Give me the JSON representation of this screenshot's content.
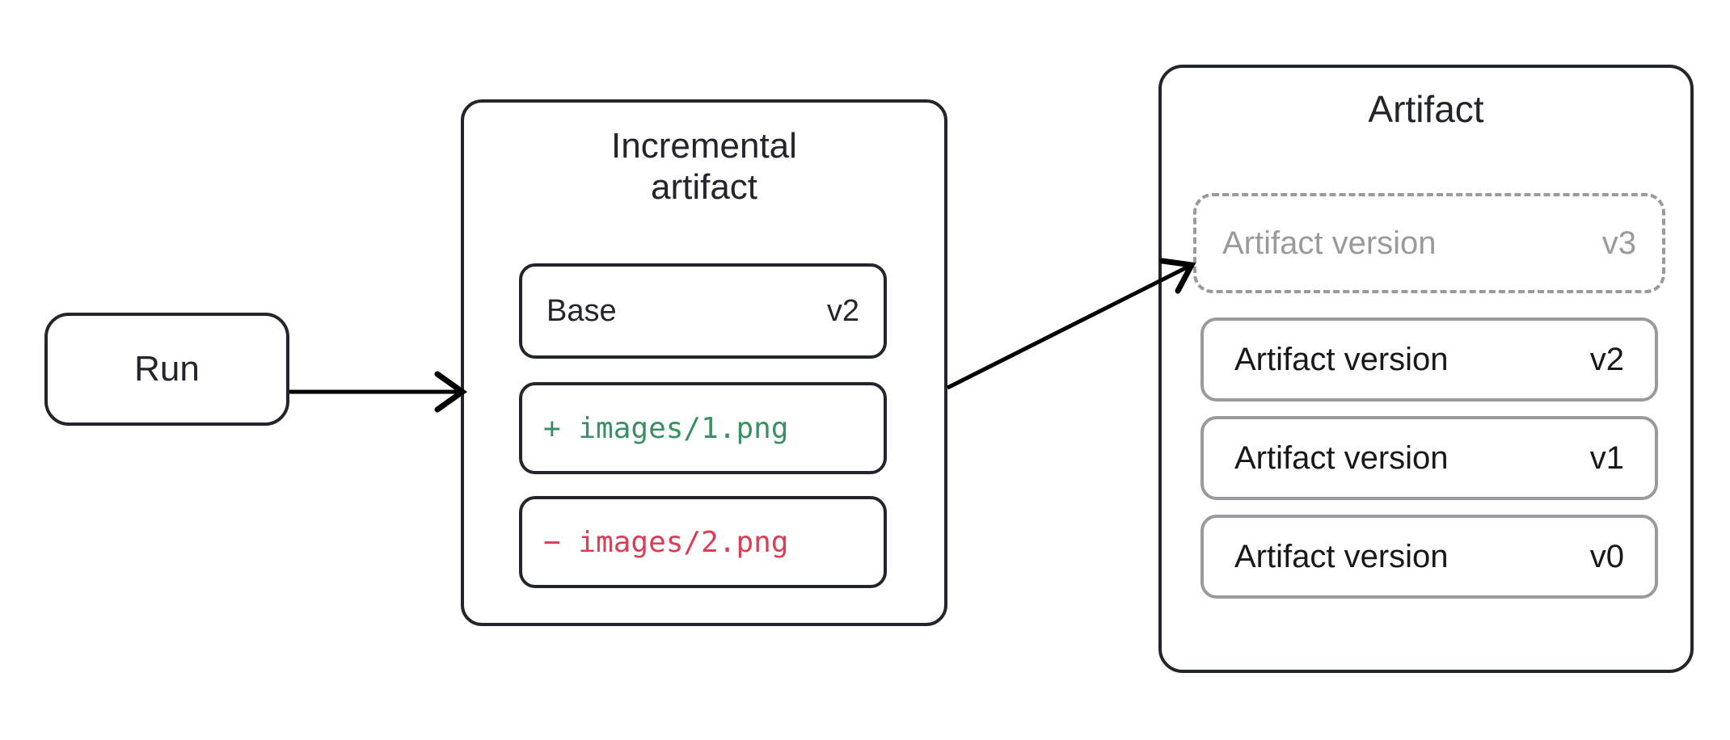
{
  "diagram": {
    "title_run": "Run",
    "incremental": {
      "title": "Incremental\nartifact",
      "base_row": {
        "name": "Base",
        "version": "v2"
      },
      "diff_rows": [
        {
          "sign": "+",
          "path": "images/1.png",
          "color": "#3a9063",
          "kind": "added"
        },
        {
          "sign": "−",
          "path": "images/2.png",
          "color": "#d93e55",
          "kind": "removed"
        }
      ]
    },
    "artifact": {
      "title": "Artifact",
      "pending_version": {
        "name": "Artifact version",
        "version": "v3"
      },
      "versions": [
        {
          "name": "Artifact version",
          "version": "v2"
        },
        {
          "name": "Artifact version",
          "version": "v1"
        },
        {
          "name": "Artifact version",
          "version": "v0"
        }
      ]
    },
    "colors": {
      "stroke_dark": "#23252d",
      "stroke_muted": "#9a9a9e",
      "added": "#3a9063",
      "removed": "#d93e55",
      "background": "#ffffff"
    },
    "edges": [
      {
        "from": "run",
        "to": "incremental-artifact"
      },
      {
        "from": "incremental-artifact",
        "to": "artifact-version-v3"
      }
    ]
  }
}
